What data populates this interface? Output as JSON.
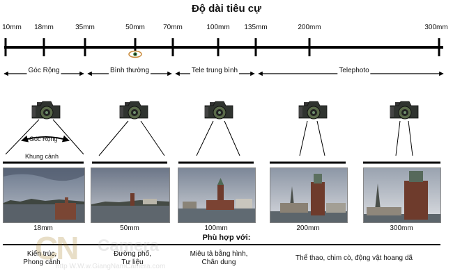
{
  "title": "Độ dài tiêu cự",
  "ticks": [
    "10mm",
    "18mm",
    "35mm",
    "50mm",
    "70mm",
    "100mm",
    "135mm",
    "200mm",
    "300mm"
  ],
  "ranges": [
    "Góc Rộng",
    "Bình thường",
    "Tele trung bình",
    "Telephoto"
  ],
  "annotations": {
    "angle": "Góc Rộng",
    "frame": "Khung cảnh"
  },
  "photos": [
    "18mm",
    "50mm",
    "100mm",
    "200mm",
    "300mm"
  ],
  "suitable_title": "Phù hợp với:",
  "uses": {
    "u1": [
      "Kiến trúc,",
      "Phong cảnh"
    ],
    "u2": [
      "Đường phố,",
      "Tư liệu"
    ],
    "u3": [
      "Miêu tả bằng hình,",
      "Chân dung"
    ],
    "u4": "Thể thao, chim cò, động vật hoang dã"
  },
  "watermark": {
    "cn": "CN",
    "camera": "Camera",
    "url": "http  W.W.w.GiangNamCamera.com"
  },
  "colors": {
    "line": "#000000",
    "eye": "#c98a3a",
    "sky": "#8c98a8",
    "water": "#5a636c",
    "building": "#6e3b2c"
  }
}
